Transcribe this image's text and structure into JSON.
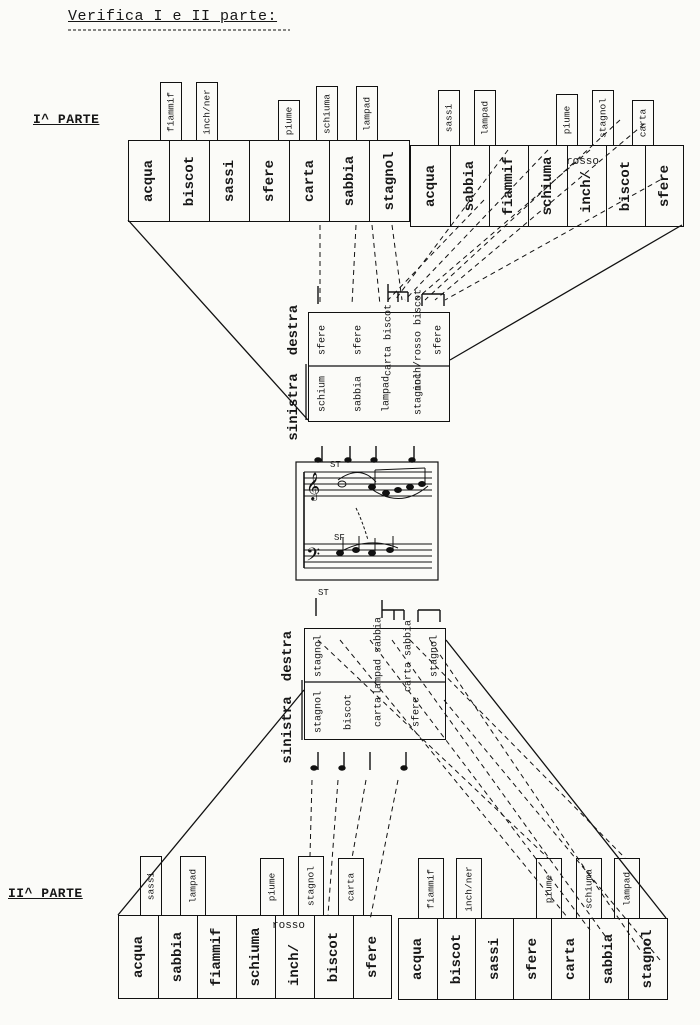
{
  "title": "Verifica I e II parte:",
  "part1": {
    "label": "I^ PARTE",
    "group_a": {
      "keys": [
        "acqua",
        "biscot",
        "sassi",
        "sfere",
        "carta",
        "sabbia",
        "stagnol"
      ],
      "tabs": [
        "fiammif",
        "inch/ner",
        "piume",
        "schiuma",
        "lampad"
      ]
    },
    "group_b": {
      "keys": [
        "acqua",
        "sabbia",
        "fiammif",
        "schiuma",
        "inch/",
        "biscot",
        "sfere"
      ],
      "tabs": [
        "sassi",
        "lampad",
        "piume",
        "stagnol",
        "carta"
      ],
      "rosso": "rosso"
    },
    "grid": {
      "side_left": "sinistra",
      "side_right": "destra",
      "right_cells": [
        "sfere",
        "sfere",
        "carta biscot",
        "inch/rosso biscot",
        "sfere"
      ],
      "left_cells": [
        "schium",
        "sabbia",
        "lampad",
        "stagnol"
      ]
    }
  },
  "staff": {
    "treble_marking": "ST",
    "bass_marking": "SF"
  },
  "part2": {
    "label": "II^ PARTE",
    "group_a": {
      "keys": [
        "acqua",
        "sabbia",
        "fiammif",
        "schiuma",
        "inch/",
        "biscot",
        "sfere"
      ],
      "tabs": [
        "sassi",
        "lampad",
        "piume",
        "stagnol",
        "carta"
      ],
      "rosso": "rosso"
    },
    "group_b": {
      "keys": [
        "acqua",
        "biscot",
        "sassi",
        "sfere",
        "carta",
        "sabbia",
        "stagnol"
      ],
      "tabs": [
        "fiammif",
        "inch/ner",
        "piume",
        "schiuma",
        "lampad"
      ]
    },
    "grid": {
      "side_left": "sinistra",
      "side_right": "destra",
      "marking": "ST",
      "right_cells": [
        "stagnol",
        "lampad sabbia",
        "carta sabbia",
        "stagnol"
      ],
      "left_cells": [
        "stagnol",
        "biscot",
        "carta",
        "sfere"
      ]
    }
  }
}
